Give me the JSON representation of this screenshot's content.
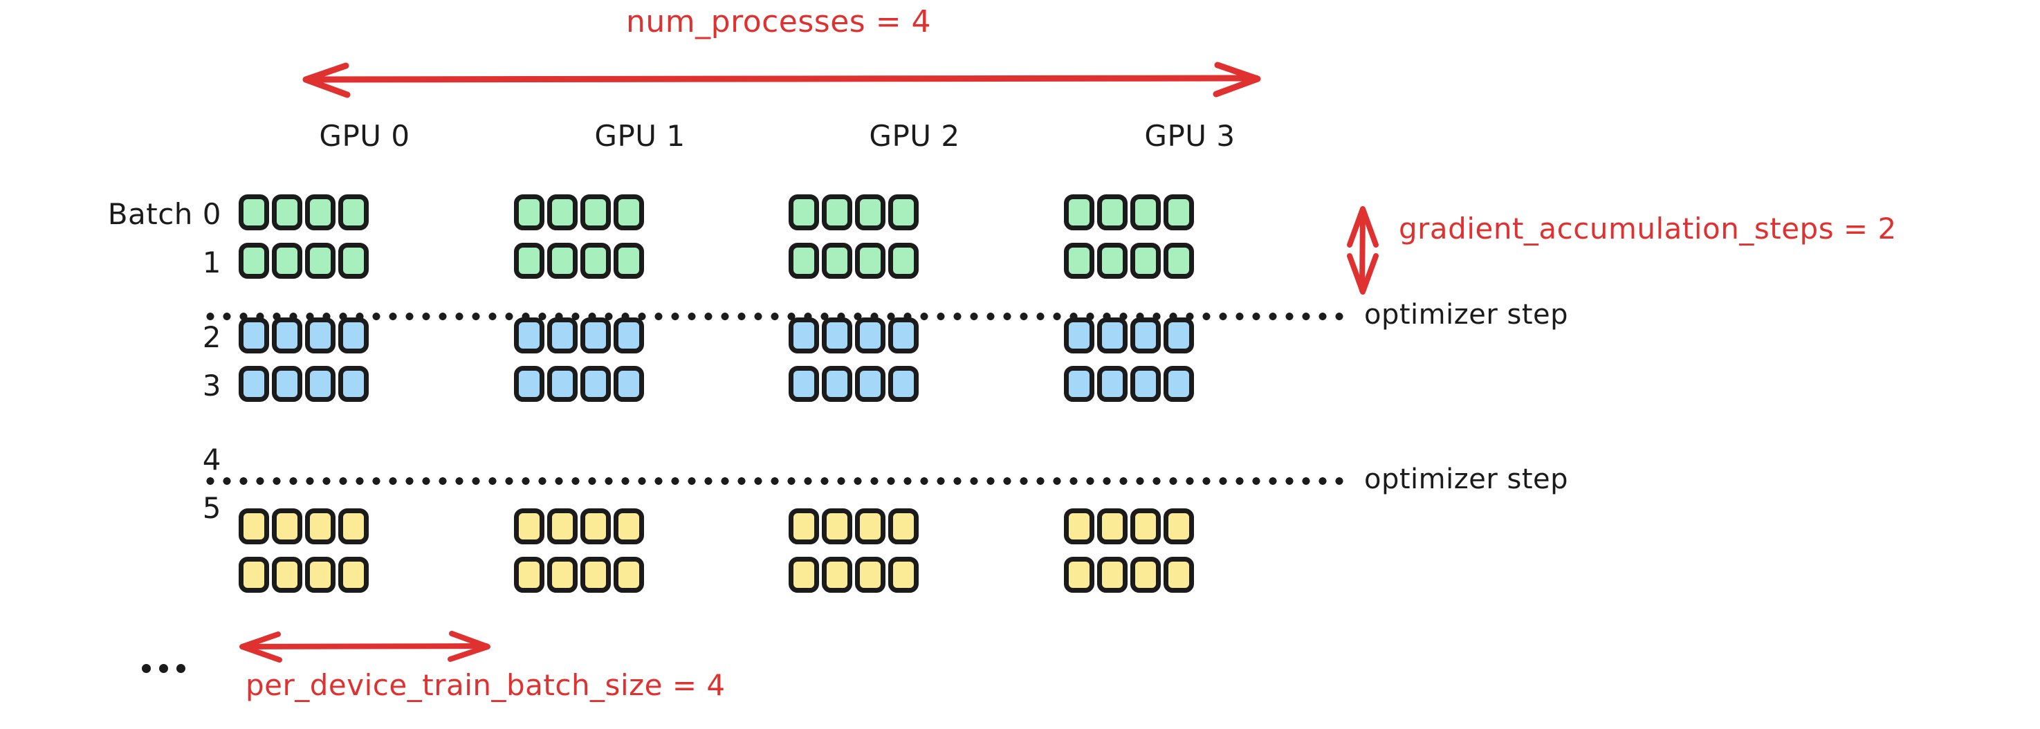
{
  "diagram": {
    "title_annotation": "num_processes = 4",
    "bottom_annotation": "per_device_train_batch_size = 4",
    "right_annotation": "gradient_accumulation_steps = 2",
    "optimizer_step_label_1": "optimizer step",
    "optimizer_step_label_2": "optimizer step",
    "ellipsis": "...",
    "colors": {
      "accent_red": "#e03131",
      "ink_black": "#1b1b1b",
      "cell_green": "#a7efbd",
      "cell_blue": "#a5d8f8",
      "cell_yellow": "#fbeb96",
      "background": "#ffffff"
    }
  },
  "columns": {
    "header_label": "GPU",
    "items": [
      {
        "label": "GPU 0"
      },
      {
        "label": "GPU 1"
      },
      {
        "label": "GPU 2"
      },
      {
        "label": "GPU 3"
      }
    ]
  },
  "rows": {
    "first_row_prefix": "Batch",
    "first_row_label": "Batch 0",
    "items": [
      {
        "label": "0",
        "color": "green"
      },
      {
        "label": "1",
        "color": "green"
      },
      {
        "label": "2",
        "color": "blue"
      },
      {
        "label": "3",
        "color": "blue"
      },
      {
        "label": "4",
        "color": "yellow"
      },
      {
        "label": "5",
        "color": "yellow"
      }
    ]
  },
  "chart_data": {
    "type": "diagram",
    "title": "num_processes = 4",
    "num_processes": 4,
    "gradient_accumulation_steps": 2,
    "per_device_train_batch_size": 4,
    "cells_per_group": 4,
    "groups_per_row": 4,
    "total_rows": 6,
    "row_labels": [
      "0",
      "1",
      "2",
      "3",
      "4",
      "5"
    ],
    "column_labels": [
      "GPU 0",
      "GPU 1",
      "GPU 2",
      "GPU 3"
    ],
    "row_colors": [
      "green",
      "green",
      "blue",
      "blue",
      "yellow",
      "yellow"
    ],
    "separators": [
      {
        "after_row": 1,
        "label": "optimizer step"
      },
      {
        "after_row": 3,
        "label": "optimizer step"
      }
    ],
    "annotations": [
      {
        "text": "num_processes = 4",
        "position": "top",
        "orientation": "horizontal",
        "spans": "all GPU columns"
      },
      {
        "text": "gradient_accumulation_steps = 2",
        "position": "right",
        "orientation": "vertical",
        "spans": "rows 0-1"
      },
      {
        "text": "per_device_train_batch_size = 4",
        "position": "bottom",
        "orientation": "horizontal",
        "spans": "one GPU column group"
      }
    ]
  }
}
